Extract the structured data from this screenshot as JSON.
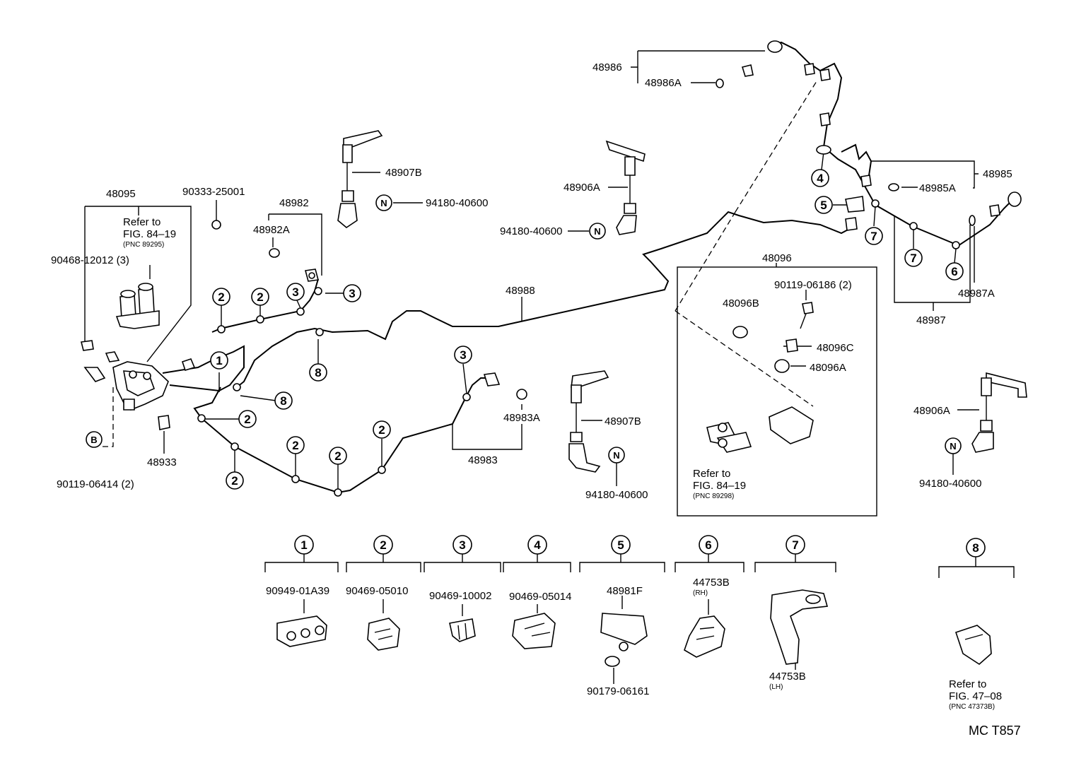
{
  "parts": {
    "p48095": "48095",
    "p90333": "90333-25001",
    "p48982": "48982",
    "p48982a": "48982A",
    "p48907b_top": "48907B",
    "p94180_top": "94180-40600",
    "p48906a_top": "48906A",
    "p94180_mid": "94180-40600",
    "p48986": "48986",
    "p48986a": "48986A",
    "p48985": "48985",
    "p48985a": "48985A",
    "p48987a": "48987A",
    "p48987": "48987",
    "p48988": "48988",
    "p90468": "90468-12012 (3)",
    "p48096": "48096",
    "p90119_06186": "90119-06186 (2)",
    "p48096b": "48096B",
    "p48096c": "48096C",
    "p48096a": "48096A",
    "p48983a": "48983A",
    "p48983": "48983",
    "p48907b_bot": "48907B",
    "p94180_bot": "94180-40600",
    "p48933": "48933",
    "p90119_06414": "90119-06414 (2)",
    "p48906a_right": "48906A",
    "p94180_right": "94180-40600"
  },
  "refs": {
    "ref1_line1": "Refer to",
    "ref1_line2": "FIG. 84–19",
    "ref1_pnc": "(PNC 89295)",
    "ref2_line1": "Refer to",
    "ref2_line2": "FIG. 84–19",
    "ref2_pnc": "(PNC 89298)",
    "ref3_line1": "Refer to",
    "ref3_line2": "FIG. 47–08",
    "ref3_pnc": "(PNC 47373B)"
  },
  "markers": {
    "n": "N",
    "b": "B",
    "c1": "1",
    "c2": "2",
    "c3": "3",
    "c4": "4",
    "c5": "5",
    "c6": "6",
    "c7": "7",
    "c8": "8"
  },
  "legend": {
    "l1_part": "90949-01A39",
    "l2_part": "90469-05010",
    "l3_part": "90469-10002",
    "l4_part": "90469-05014",
    "l5_part": "48981F",
    "l5_sub": "90179-06161",
    "l6_part": "44753B",
    "l6_note": "(RH)",
    "l7_part": "44753B",
    "l7_note": "(LH)"
  },
  "figure_code": "MC T857"
}
